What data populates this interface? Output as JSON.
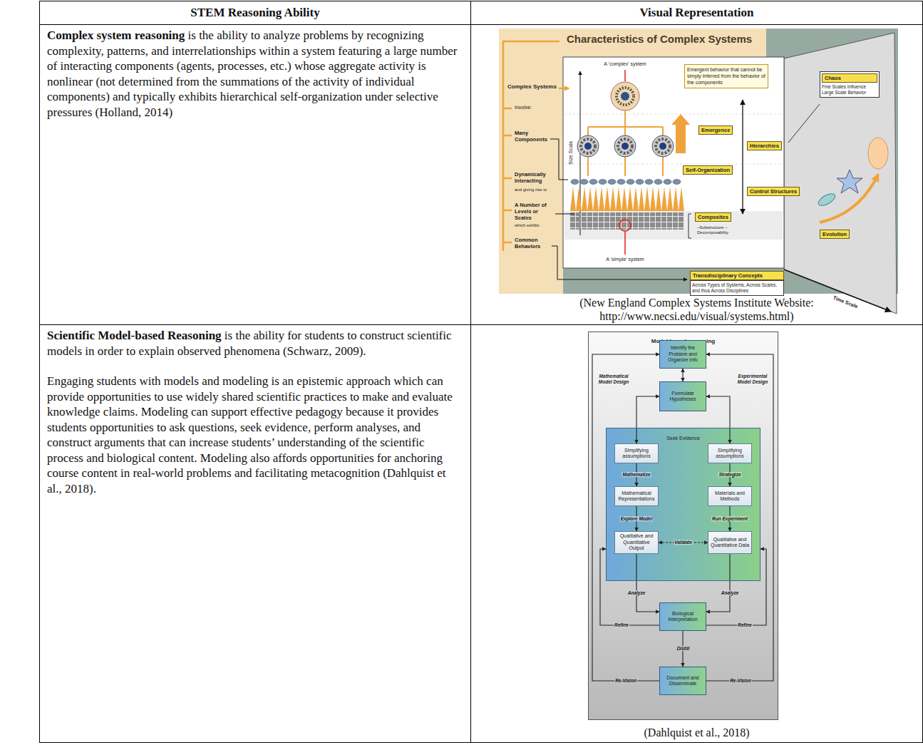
{
  "diagram": {
    "nodes": [
      {
        "text": [
          "STEM Reasoning Ability"
        ]
      },
      {
        "text": [
          "Visual Representation"
        ]
      },
      {
        "text": [
          "Complex system reasoning",
          "is the ability to analyze problems by recognizing complexity, patterns, and interrelationships within a system featuring a large number of interacting components (agents, processes, etc.) whose aggregate activity is nonlinear (not determined from the summations of the activity of individual components) and typically exhibits hierarchical self-organization under selective pressures (Holland, 2014)"
        ]
      },
      {
        "text": [
          "(New England Complex Systems Institute Website: http://www.necsi.edu/visual/systems.html)"
        ]
      },
      {
        "text": [
          "Emergent behavior that cannot be simply inferred from the behavior of the components"
        ],
        "in": 3
      },
      {
        "text": [
          "Emergence"
        ],
        "in": 3
      },
      {
        "text": [
          "Hierarchies"
        ],
        "in": 3
      },
      {
        "text": [
          "Self-Organization"
        ],
        "in": 3
      },
      {
        "text": [
          "Control Structures"
        ],
        "in": 3
      },
      {
        "text": [
          "Composites"
        ],
        "in": 3
      },
      {
        "text": [
          "Chaos",
          "Fine Scales Influence Large Scale Behavior"
        ],
        "in": 3
      },
      {
        "text": [
          "Evolution"
        ],
        "in": 3
      },
      {
        "text": [
          "Transdisciplinary Concepts",
          "Across Types of Systems, Across Scales, and thus Across Disciplines"
        ],
        "in": 3
      },
      {
        "text": [
          "Scientific Model-based Reasoning",
          "is the ability for students to construct scientific models in order to explain observed phenomena (Schwarz, 2009).",
          "Engaging students with models and modeling is an epistemic approach which can provide opportunities to use widely shared scientific practices to make and evaluate knowledge claims. Modeling can support effective pedagogy because it provides students opportunities to ask questions, seek evidence, perform analyses, and construct arguments that can increase students’ understanding of the scientific process and biological content. Modeling also affords opportunities for anchoring course content in real-world problems and facilitating metacognition (Dahlquist et al., 2018)."
        ]
      },
      {
        "text": [
          "(Dahlquist et al., 2018)"
        ]
      },
      {
        "text": [
          "Model-based reasoning"
        ],
        "in": 14
      },
      {
        "text": [
          "Identify the Problem and Organize Info"
        ],
        "in": 15
      },
      {
        "text": [
          "Formulate Hypotheses"
        ],
        "in": 15
      },
      {
        "text": [
          "Seek Evidence"
        ],
        "in": 15
      },
      {
        "text": [
          "Simplifying assumptions"
        ],
        "in": 18
      },
      {
        "text": [
          "Simplifying assumptions"
        ],
        "in": 18
      },
      {
        "text": [
          "Mathematical Representations"
        ],
        "in": 18
      },
      {
        "text": [
          "Materials and Methods"
        ],
        "in": 18
      },
      {
        "text": [
          "Qualitative and Quantitative Output"
        ],
        "in": 18
      },
      {
        "text": [
          "Qualitative and Quantitative Data"
        ],
        "in": 18
      },
      {
        "text": [
          "Biological Interpretation"
        ],
        "in": 15
      },
      {
        "text": [
          "Document and Disseminate"
        ],
        "in": 15
      }
    ],
    "edges": [
      {
        "from": 16,
        "to": 17,
        "arrow": "both"
      },
      {
        "from": 17,
        "to": 19,
        "arrow": "both"
      },
      {
        "from": 17,
        "to": 20,
        "arrow": "both"
      },
      {
        "from": 19,
        "to": 21,
        "label": "Mathematize",
        "arrow": "to"
      },
      {
        "from": 20,
        "to": 22,
        "label": "Strategize",
        "arrow": "to"
      },
      {
        "from": 21,
        "to": 23,
        "label": "Explore Model",
        "arrow": "to"
      },
      {
        "from": 22,
        "to": 24,
        "label": "Run Experiment",
        "arrow": "to"
      },
      {
        "from": 23,
        "to": 24,
        "label": "Validate",
        "arrow": "both"
      },
      {
        "from": 23,
        "to": 25,
        "label": "Analyze",
        "arrow": "to"
      },
      {
        "from": 24,
        "to": 25,
        "label": "Analyze",
        "arrow": "to"
      },
      {
        "from": 25,
        "to": 18,
        "label": "Refine",
        "arrow": "to"
      },
      {
        "from": 25,
        "to": 18,
        "label": "Refine",
        "arrow": "to"
      },
      {
        "from": 26,
        "to": 16,
        "label": "Re-Vision",
        "arrow": "to"
      },
      {
        "from": 26,
        "to": 16,
        "label": "Re-Vision",
        "arrow": "to"
      },
      {
        "from": 25,
        "to": 26,
        "label": "Distill",
        "arrow": "to"
      }
    ],
    "labels": [
      "Characteristics of Complex Systems",
      "A ‘complex’ system",
      "Complex Systems",
      "Involve:",
      "Many Components",
      "Size Scale",
      "Dynamically Interacting",
      "and giving rise to",
      "A Number of Levels or Scales",
      "which exhibit",
      "A ‘simple’ system",
      "–Substructure –Decomposability",
      "Common Behaviors",
      "Time Scale",
      "Mathematical Model Design",
      "Experimental Model Design"
    ]
  }
}
